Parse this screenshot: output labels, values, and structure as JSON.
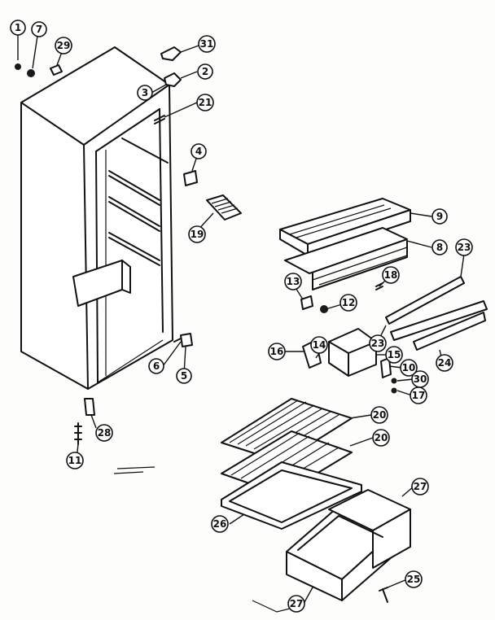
{
  "figure": {
    "colors": {
      "ink": "#111111",
      "paper": "#fdfdfb"
    },
    "callouts": {
      "c1": "1",
      "c7": "7",
      "c29": "29",
      "c31": "31",
      "c2": "2",
      "c3": "3",
      "c21": "21",
      "c4": "4",
      "c19": "19",
      "c6": "6",
      "c5": "5",
      "c28": "28",
      "c11": "11",
      "c9": "9",
      "c8": "8",
      "c23a": "23",
      "c18": "18",
      "c13": "13",
      "c12": "12",
      "c23b": "23",
      "c16": "16",
      "c14": "14",
      "c15": "15",
      "c10": "10",
      "c30": "30",
      "c17": "17",
      "c24": "24",
      "c20a": "20",
      "c20b": "20",
      "c26": "26",
      "c27a": "27",
      "c27b": "27",
      "c25": "25"
    }
  }
}
